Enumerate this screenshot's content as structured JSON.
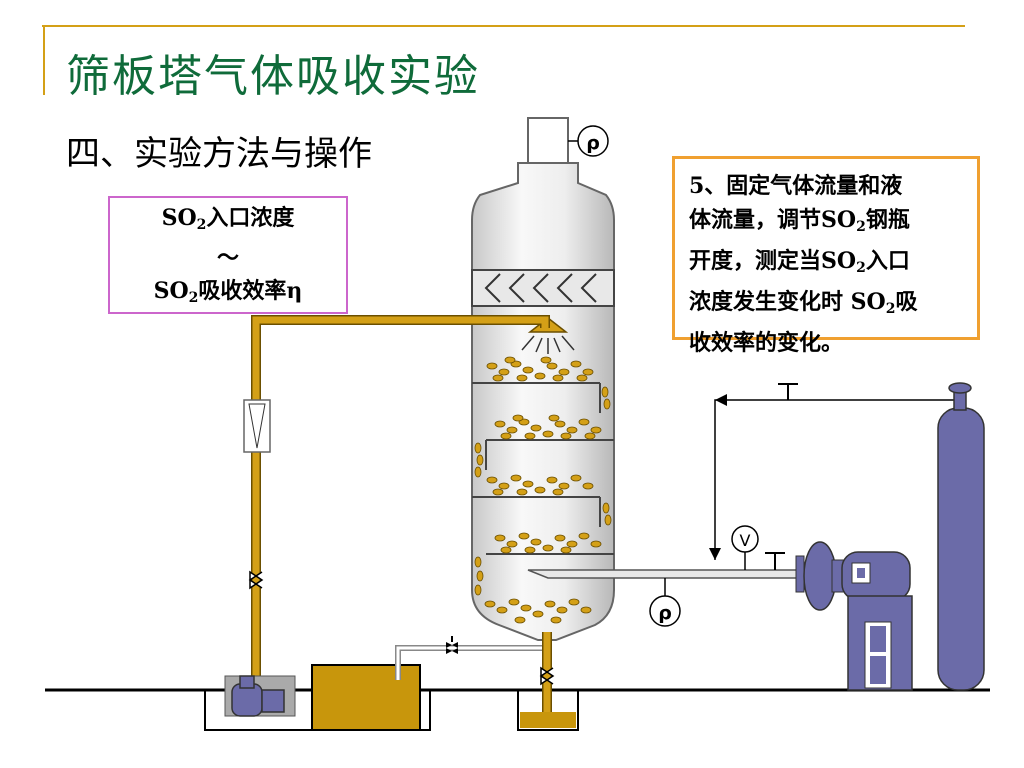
{
  "title": "筛板塔气体吸收实验",
  "subtitle": "四、实验方法与操作",
  "left_box": {
    "line1_pre": "SO",
    "line1_sub": "2",
    "line1_post": "入口浓度",
    "line2": "～",
    "line3_pre": "SO",
    "line3_sub": "2",
    "line3_post": "吸收效率η"
  },
  "right_box": {
    "l1": "5、固定气体流量和液",
    "l2_pre": "体流量，调节SO",
    "l2_sub": "2",
    "l2_post": "钢瓶",
    "l3_pre": "开度，测定当SO",
    "l3_sub": "2",
    "l3_post": "入口",
    "l4_pre": "浓度发生变化时 SO",
    "l4_sub": "2",
    "l4_post": "吸",
    "l5": "收效率的变化。"
  },
  "symbols": {
    "rho_top": "ρ",
    "rho_bottom": "ρ",
    "valve_v": "V"
  },
  "colors": {
    "title_green": "#0f6b3a",
    "pipe_gold": "#d4a017",
    "cylinder_purple": "#6b6ba8",
    "box_left_border": "#cc66cc",
    "box_right_border": "#f0a030"
  }
}
